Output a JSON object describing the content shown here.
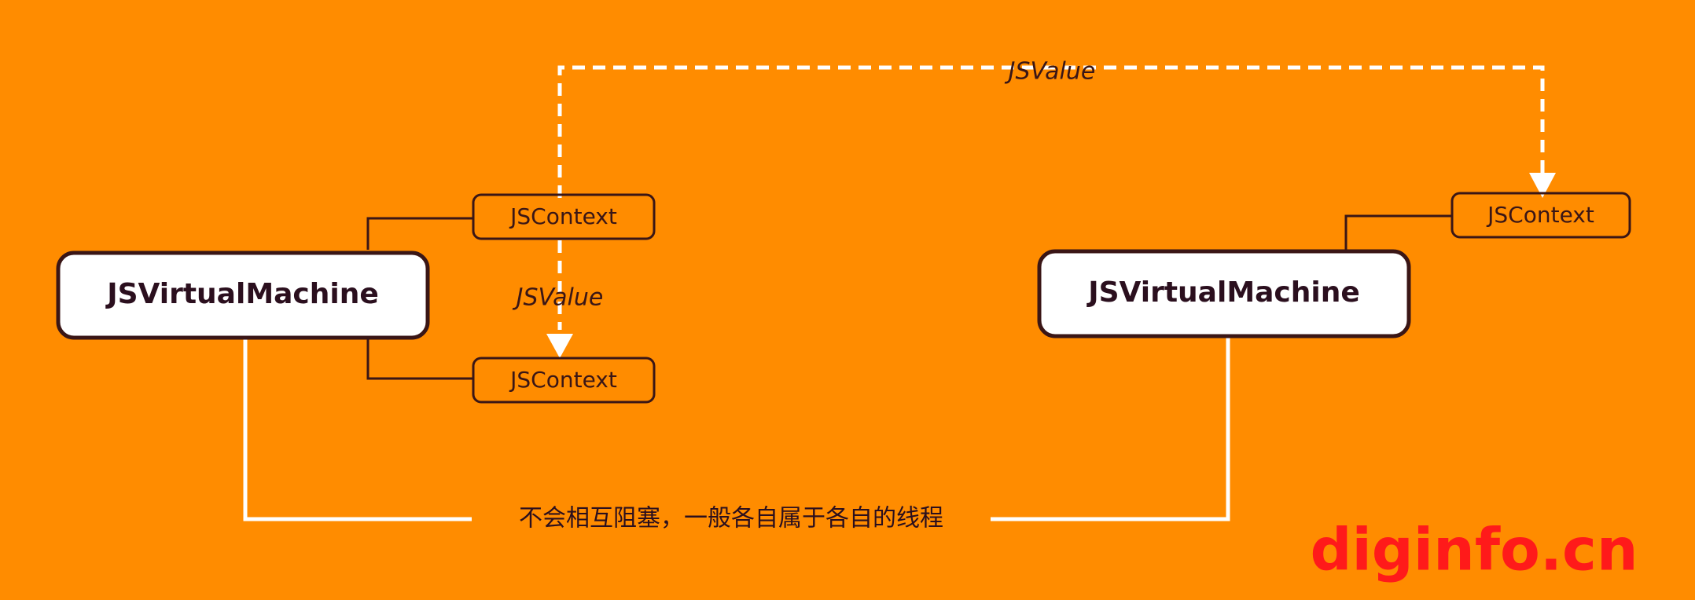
{
  "colors": {
    "background": "#FF8C00",
    "box_fill": "#FFFFFF",
    "box_stroke": "#3a1616",
    "connector": "#3a1616",
    "arrow": "#FFFFFF",
    "watermark": "#FF1A1A"
  },
  "left_vm": {
    "label": "JSVirtualMachine",
    "context_top": "JSContext",
    "context_bottom": "JSContext",
    "value_label": "JSValue"
  },
  "right_vm": {
    "label": "JSVirtualMachine",
    "context": "JSContext"
  },
  "cross_value_label": "JSValue",
  "thread_note": "不会相互阻塞，一般各自属于各自的线程",
  "watermark": "diginfo.cn"
}
